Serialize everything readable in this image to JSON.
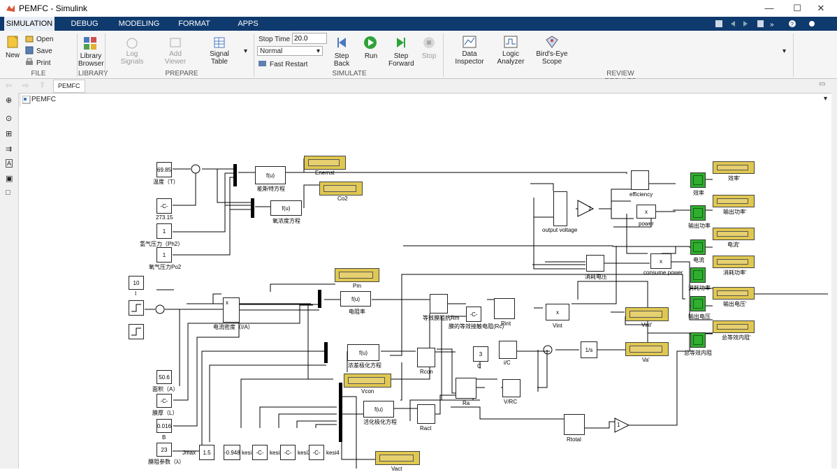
{
  "window": {
    "title": "PEMFC - Simulink",
    "minimize": "—",
    "maximize": "☐",
    "close": "✕"
  },
  "tabs": [
    "SIMULATION",
    "DEBUG",
    "MODELING",
    "FORMAT",
    "APPS"
  ],
  "ribbon": {
    "file": {
      "section": "FILE",
      "new": "New",
      "open": "Open",
      "save": "Save",
      "print": "Print"
    },
    "library": {
      "section": "LIBRARY",
      "browser": "Library\nBrowser"
    },
    "prepare": {
      "section": "PREPARE",
      "log": "Log\nSignals",
      "add": "Add\nViewer",
      "signal": "Signal\nTable"
    },
    "simulate": {
      "section": "SIMULATE",
      "stop_time_label": "Stop Time",
      "stop_time": "20.0",
      "mode": "Normal",
      "fast_restart": "Fast Restart",
      "step_back": "Step\nBack",
      "run": "Run",
      "step_forward": "Step\nForward",
      "stop": "Stop"
    },
    "review": {
      "section": "REVIEW RESULTS",
      "data": "Data\nInspector",
      "logic": "Logic\nAnalyzer",
      "birds": "Bird's-Eye\nScope"
    }
  },
  "nav": {
    "tab": "PEMFC"
  },
  "path": {
    "model": "PEMFC"
  },
  "model": {
    "blocks": {
      "temp_val": "69.85",
      "temp_lbl": "温度（T）",
      "k_c": "-C-",
      "k_27315": "273.15",
      "ph2_val": "1",
      "ph2_lbl": "氢气压力（Ph2）",
      "po2_val": "1",
      "po2_lbl": "氧气压力Po2",
      "fu1": "f(u)",
      "fu1_lbl": "能斯特方程",
      "fu2": "f(u)",
      "fu2_lbl": "氧浓度方程",
      "enernst": "Enernst",
      "co2": "Co2",
      "i_val": "10",
      "i_lbl": "I",
      "cd_lbl": "电流密度（I/A）",
      "fu3": "f(u)",
      "fu3_lbl": "电阻率",
      "pm": "Pm",
      "rm_lbl": "等效膜阻抗Rm",
      "rc_c": "-C-",
      "rc_lbl": "膜的等效接触电阻(Rc)",
      "rint": "Rint",
      "vint_x": "x",
      "vint": "Vint",
      "vint2": "Vint'",
      "fu4": "f(u)",
      "fu4_lbl": "浓差极化方程",
      "vcon": "Vcon",
      "rcon": "Rcon",
      "c_val": "3",
      "c_lbl": "C",
      "ic_lbl": "i/C",
      "integ": "1/s",
      "va": "Va'",
      "ra": "Ra",
      "vrc": "V/RC",
      "area_val": "50.6",
      "area_lbl": "面积（A）",
      "thick_c": "-C-",
      "thick_lbl": "膜厚（L）",
      "b_val": "0.016",
      "b_lbl": "B",
      "lam_val": "23",
      "lam_lbl": "膜阻参数（λ）",
      "jmax_val": "1.5",
      "jmax_lbl": "Jmax",
      "k1_val": "-0.948",
      "k1_lbl": "kesi1",
      "k2_c": "-C-",
      "k2_lbl": "kesi2",
      "k3_c": "-C-",
      "k3_lbl": "kesi3",
      "k4_c": "-C-",
      "k4_lbl": "kesi4",
      "fu5": "f(u)",
      "fu5_lbl": "活化极化方程",
      "ract": "Ract",
      "vact": "Vact",
      "rtotal": "Rtotal",
      "out_volt": "output  voltage",
      "gain": "1",
      "gain2": "1",
      "eff": "efficiency",
      "power_x": "x",
      "power": "power",
      "cons_x": "x",
      "cons": "consume power",
      "loss_v": "消耗电压",
      "d1": "效率'",
      "s1": "效率",
      "d2": "输出功率'",
      "s2": "输出功率",
      "d3": "电流'",
      "s3": "电流",
      "d4": "消耗功率'",
      "s4": "消耗功率",
      "d5": "输出电压'",
      "s5": "输出电压",
      "d6": "总等效内阻'",
      "s6": "总等效内阻"
    }
  }
}
